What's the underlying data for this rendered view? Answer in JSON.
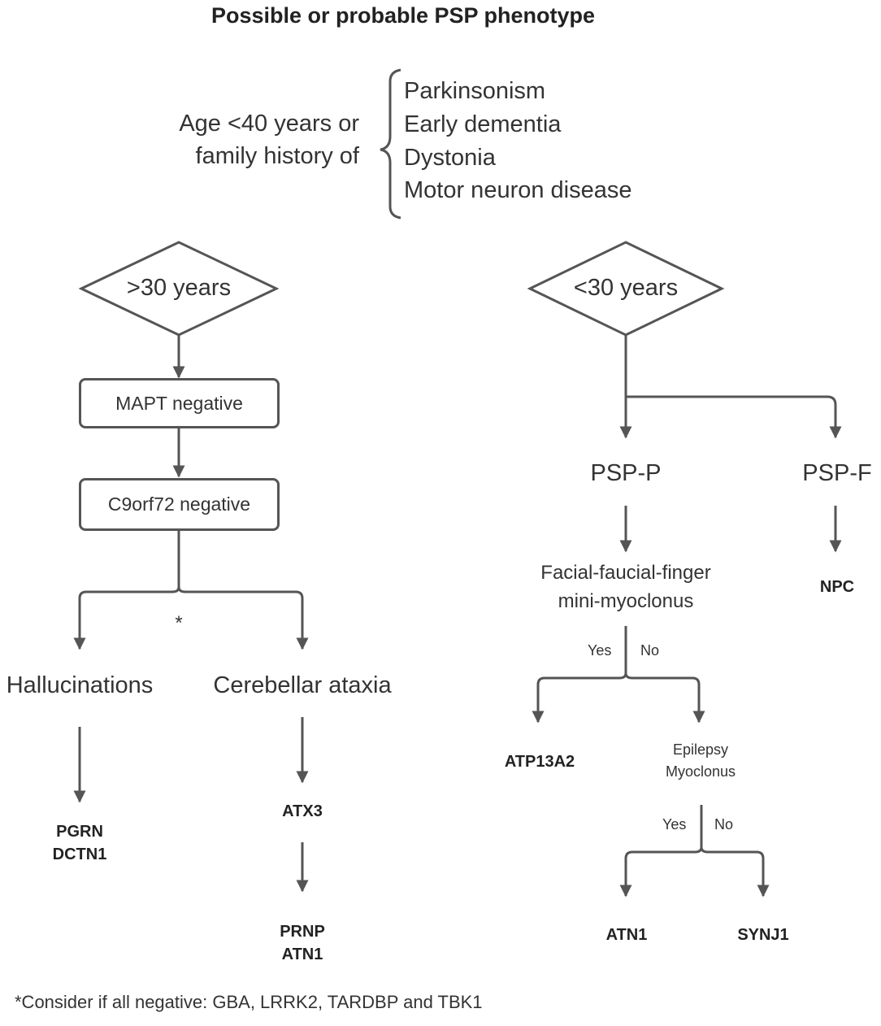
{
  "title": "Possible or probable PSP phenotype",
  "criteria": {
    "lead": [
      "Age <40 years or",
      "family history of"
    ],
    "items": [
      "Parkinsonism",
      "Early dementia",
      "Dystonia",
      "Motor neuron disease"
    ]
  },
  "left_branch": {
    "decision": ">30 years",
    "step1": "MAPT negative",
    "step2": "C9orf72 negative",
    "asterisk": "*",
    "hallucinations": {
      "label": "Hallucinations",
      "genes": [
        "PGRN",
        "DCTN1"
      ]
    },
    "ataxia": {
      "label": "Cerebellar ataxia",
      "gene1": "ATX3",
      "genes2": [
        "PRNP",
        "ATN1"
      ]
    }
  },
  "right_branch": {
    "decision": "<30 years",
    "psp_p": "PSP-P",
    "psp_f": "PSP-F",
    "npc": "NPC",
    "myoclonus": [
      "Facial-faucial-finger",
      "mini-myoclonus"
    ],
    "yes1": "Yes",
    "no1": "No",
    "atp": "ATP13A2",
    "epilepsy": [
      "Epilepsy",
      "Myoclonus"
    ],
    "yes2": "Yes",
    "no2": "No",
    "atn1": "ATN1",
    "synj1": "SYNJ1"
  },
  "footnote": "*Consider if all negative: GBA, LRRK2, TARDBP and TBK1",
  "colors": {
    "line": "#555555",
    "text": "#333333"
  }
}
